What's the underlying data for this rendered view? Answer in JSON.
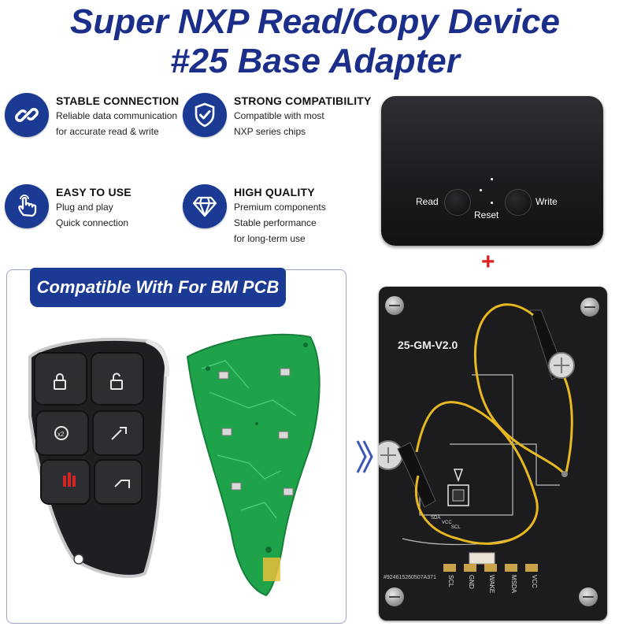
{
  "title": {
    "line1": "Super NXP Read/Copy Device",
    "line2": "#25 Base Adapter"
  },
  "features": [
    {
      "icon": "chain-link-icon",
      "title": "STABLE CONNECTION",
      "lines": [
        "Reliable data communication",
        "for accurate read & write"
      ]
    },
    {
      "icon": "shield-check-icon",
      "title": "STRONG COMPATIBILITY",
      "lines": [
        "Compatible with most",
        "NXP series chips"
      ]
    },
    {
      "icon": "hand-touch-icon",
      "title": "EASY TO USE",
      "lines": [
        "Plug and play",
        "Quick connection"
      ]
    },
    {
      "icon": "diamond-icon",
      "title": "HIGH QUALITY",
      "lines": [
        "Premium components",
        "Stable performance",
        "for long-term use"
      ]
    }
  ],
  "compat_banner": "Compatible With For BM PCB",
  "device": {
    "read_label": "Read",
    "reset_label": "Reset",
    "write_label": "Write"
  },
  "plus_sign": "+",
  "adapter_board": {
    "model": "25-GM-V2.0",
    "serial": "#924615260507A371",
    "pins": [
      "SCL",
      "GND",
      "WAKE",
      "MSDA",
      "VCC"
    ],
    "chip_pins": [
      "SDA",
      "VCC",
      "SCL"
    ]
  },
  "colors": {
    "brand_blue": "#1b3a93",
    "title_blue": "#1b2f8a",
    "plus_red": "#e02020",
    "pcb_green": "#1fa34a",
    "wire_yellow": "#e8b820"
  }
}
